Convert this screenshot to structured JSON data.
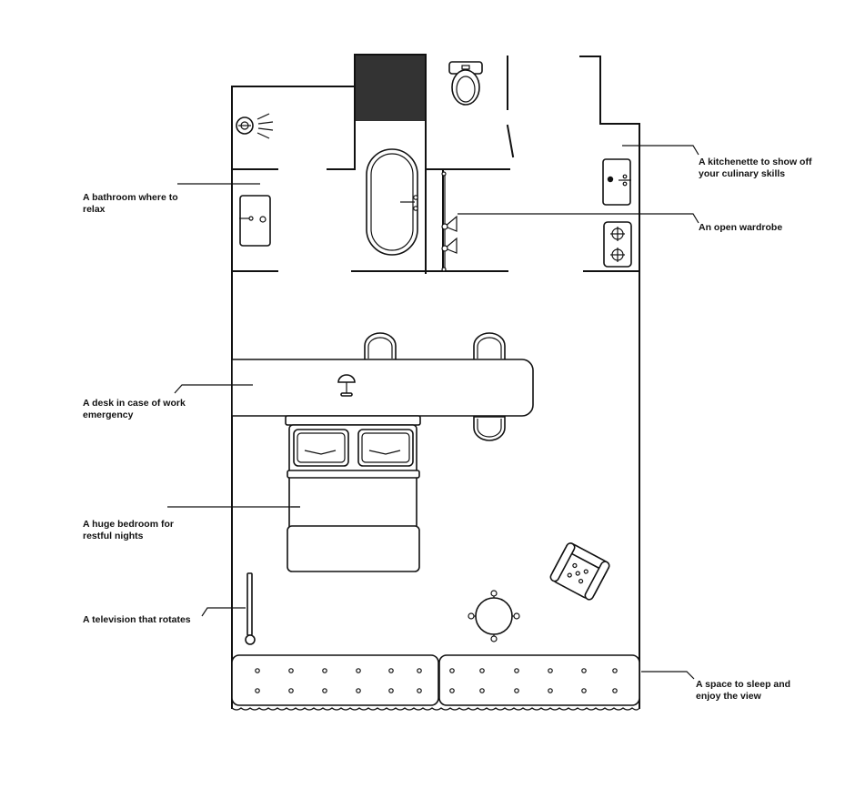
{
  "annotations": [
    {
      "id": "bathroom",
      "lines": [
        "A bathroom where to",
        "relax"
      ]
    },
    {
      "id": "desk",
      "lines": [
        "A desk in case of work",
        "emergency"
      ]
    },
    {
      "id": "bedroom",
      "lines": [
        "A huge bedroom for",
        "restful nights"
      ]
    },
    {
      "id": "television",
      "lines": [
        "A television that rotates"
      ]
    },
    {
      "id": "kitchenette",
      "lines": [
        "A kitchenette to show off",
        "your culinary skills"
      ]
    },
    {
      "id": "wardrobe",
      "lines": [
        "An open wardrobe"
      ]
    },
    {
      "id": "window-bed",
      "lines": [
        "A space to sleep and",
        "enjoy the view"
      ]
    }
  ],
  "colors": {
    "ink": "#111111",
    "background": "#ffffff",
    "dark_fill": "#333333"
  }
}
